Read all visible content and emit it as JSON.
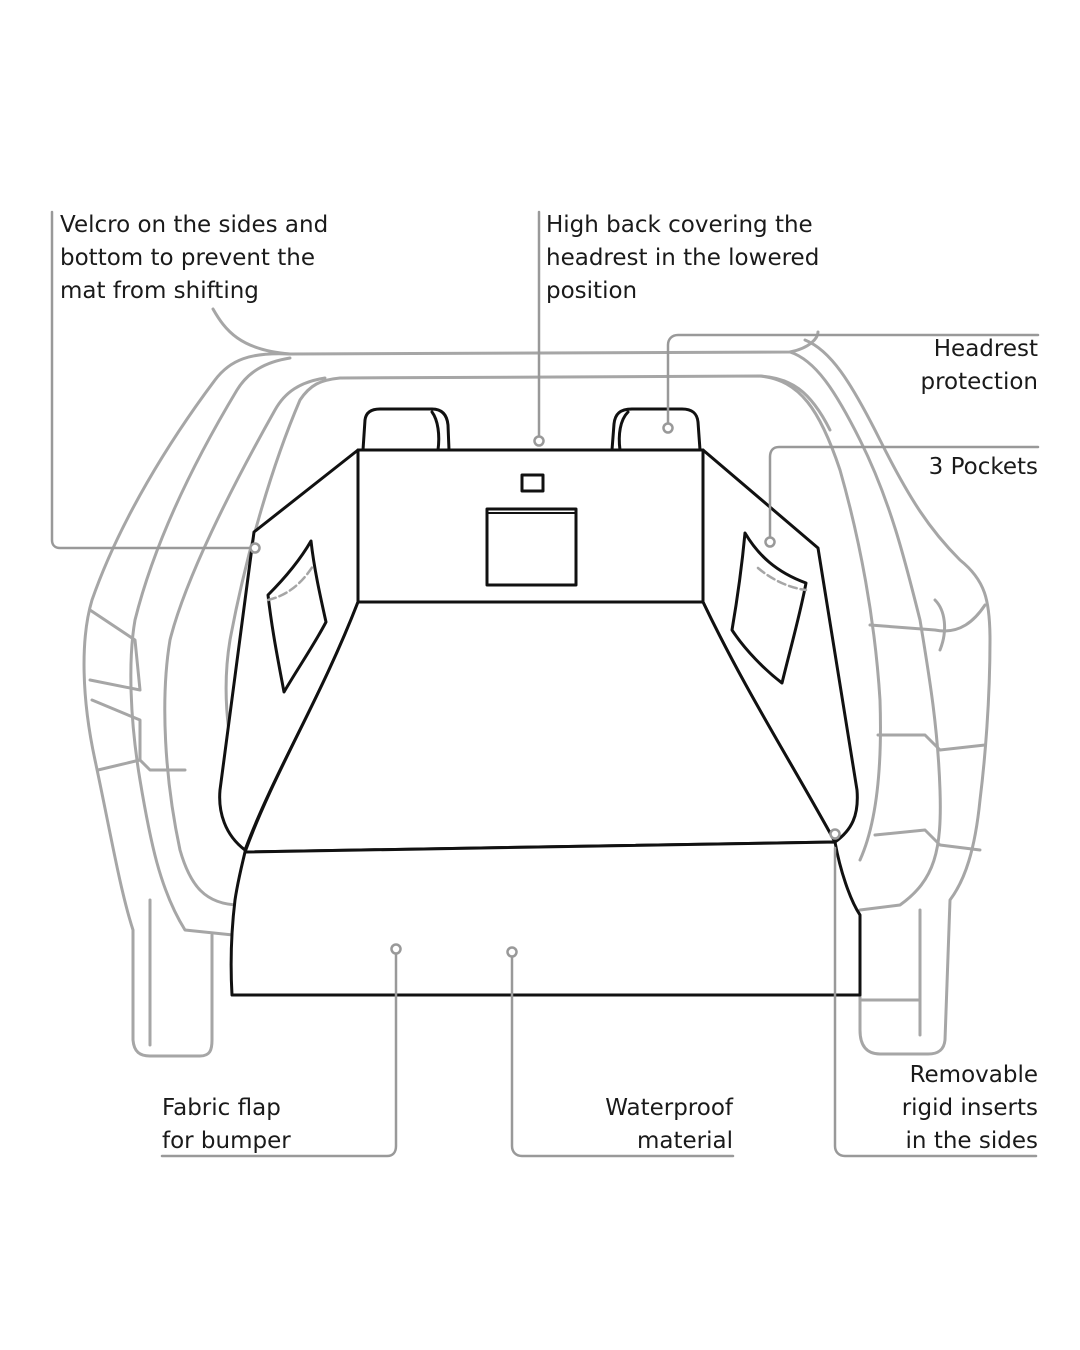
{
  "callouts": {
    "velcro": [
      "Velcro on the sides and",
      "bottom to prevent the",
      "mat from shifting"
    ],
    "high_back": [
      "High back covering the",
      "headrest in the lowered",
      "position"
    ],
    "headrest": [
      "Headrest",
      "protection"
    ],
    "pockets": [
      "3 Pockets"
    ],
    "fabric_flap": [
      "Fabric flap",
      "for bumper"
    ],
    "waterproof": [
      "Waterproof",
      "material"
    ],
    "inserts": [
      "Removable",
      "rigid inserts",
      "in the sides"
    ]
  },
  "colors": {
    "car_outline": "#a6a6a6",
    "mat_outline": "#111111",
    "leader_line": "#999999",
    "text": "#1a1a1a"
  }
}
